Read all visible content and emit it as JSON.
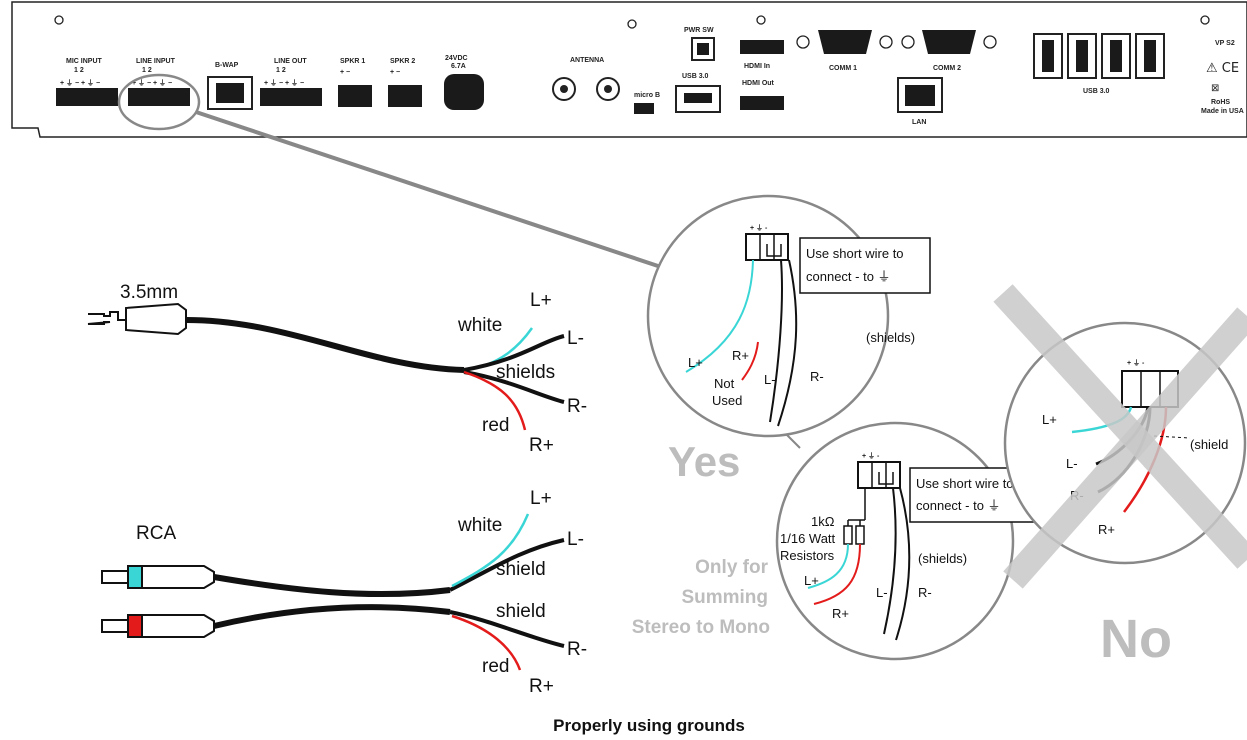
{
  "panel": {
    "mic_input": "MIC INPUT",
    "mic_nums": "1      2",
    "line_input": "LINE INPUT",
    "line_nums": "1      2",
    "bwap": "B-WAP",
    "line_out": "LINE OUT",
    "line_out_nums": "1      2",
    "spkr1": "SPKR 1",
    "spkr2": "SPKR 2",
    "power": "24VDC",
    "power_amps": "6.7A",
    "antenna": "ANTENNA",
    "micro_b": "micro B",
    "pwr_sw": "PWR SW",
    "usb30_a": "USB 3.0",
    "hdmi_in": "HDMI In",
    "hdmi_out": "HDMI Out",
    "comm1": "COMM 1",
    "comm2": "COMM 2",
    "lan": "LAN",
    "usb30_b": "USB 3.0",
    "model": "VP S2",
    "rohs": "RoHS",
    "made_in": "Made in USA",
    "terminal_marks": "+ ⏚ − + ⏚ −",
    "spkr_marks": "+   −"
  },
  "cable_35": {
    "title": "3.5mm",
    "white": "white",
    "shields": "shields",
    "red": "red",
    "l_plus": "L+",
    "l_minus": "L-",
    "r_minus": "R-",
    "r_plus": "R+"
  },
  "cable_rca": {
    "title": "RCA",
    "white": "white",
    "shield_top": "shield",
    "shield_bottom": "shield",
    "red": "red",
    "l_plus": "L+",
    "l_minus": "L-",
    "r_minus": "R-",
    "r_plus": "R+"
  },
  "yes_detail": {
    "note_line1": "Use short wire to",
    "note_line2": "connect - to ⏚",
    "shields": "(shields)",
    "l_plus": "L+",
    "r_plus": "R+",
    "l_minus": "L-",
    "r_minus": "R-",
    "not_used_1": "Not",
    "not_used_2": "Used",
    "terminal_marks": "+ ⏚ -"
  },
  "mono_detail": {
    "note_line1": "Use short wire to",
    "note_line2": "connect - to ⏚",
    "res_1": "1kΩ",
    "res_2": "1/16 Watt",
    "res_3": "Resistors",
    "shields": "(shields)",
    "l_plus": "L+",
    "r_plus": "R+",
    "l_minus": "L-",
    "r_minus": "R-",
    "terminal_marks": "+ ⏚ -"
  },
  "no_detail": {
    "l_plus": "L+",
    "l_minus": "L-",
    "r_minus": "R-",
    "r_plus": "R+",
    "shield": "(shield",
    "terminal_marks": "+  ⏚  -"
  },
  "labels": {
    "yes": "Yes",
    "no": "No",
    "mono_1": "Only for",
    "mono_2": "Summing",
    "mono_3": "Stereo to Mono"
  },
  "caption": "Properly using grounds",
  "colors": {
    "cyan": "#3ad6d6",
    "red": "#e31b1b",
    "gray": "#bdbdbd",
    "cable": "#111111"
  }
}
